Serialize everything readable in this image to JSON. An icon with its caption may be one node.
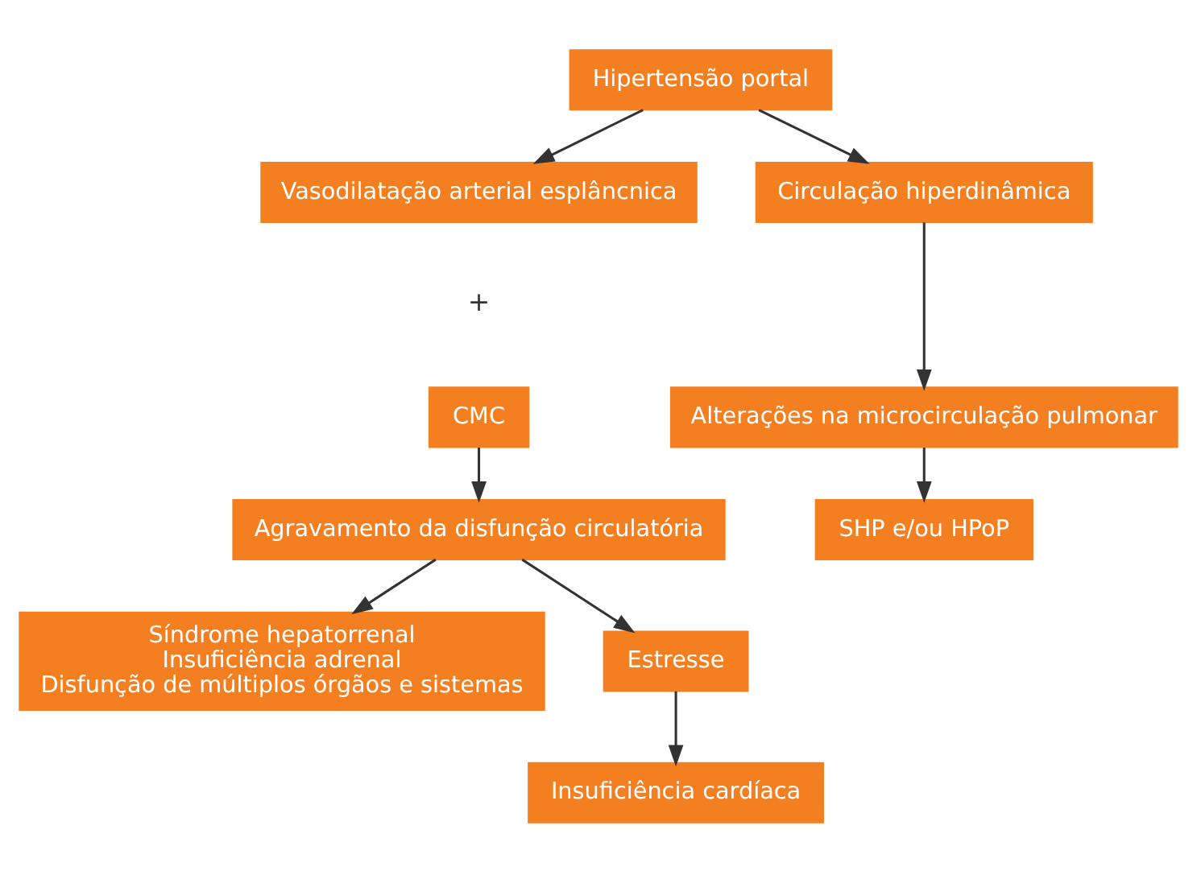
{
  "diagram": {
    "nodes": [
      {
        "text": [
          "Hipertensão portal"
        ]
      },
      {
        "text": [
          "Vasodilatação arterial esplâncnica"
        ]
      },
      {
        "text": [
          "Circulação hiperdinâmica"
        ]
      },
      {
        "text": [
          "CMC"
        ]
      },
      {
        "text": [
          "Alterações na microcirculação pulmonar"
        ]
      },
      {
        "text": [
          "Agravamento da disfunção circulatória"
        ]
      },
      {
        "text": [
          "SHP e/ou HPoP"
        ]
      },
      {
        "text": [
          "Síndrome hepatorrenal",
          "Insuficiência adrenal",
          "Disfunção de múltiplos órgãos e sistemas"
        ]
      },
      {
        "text": [
          "Estresse"
        ]
      },
      {
        "text": [
          "Insuficiência cardíaca"
        ]
      }
    ],
    "edges": [
      {
        "from": 0,
        "to": 1,
        "arrow": "to"
      },
      {
        "from": 0,
        "to": 2,
        "arrow": "to"
      },
      {
        "from": 2,
        "to": 4,
        "arrow": "to"
      },
      {
        "from": 4,
        "to": 6,
        "arrow": "to"
      },
      {
        "from": 3,
        "to": 5,
        "arrow": "to"
      },
      {
        "from": 5,
        "to": 7,
        "arrow": "to"
      },
      {
        "from": 5,
        "to": 8,
        "arrow": "to"
      },
      {
        "from": 8,
        "to": 9,
        "arrow": "to"
      }
    ],
    "labels": [
      "+"
    ]
  }
}
